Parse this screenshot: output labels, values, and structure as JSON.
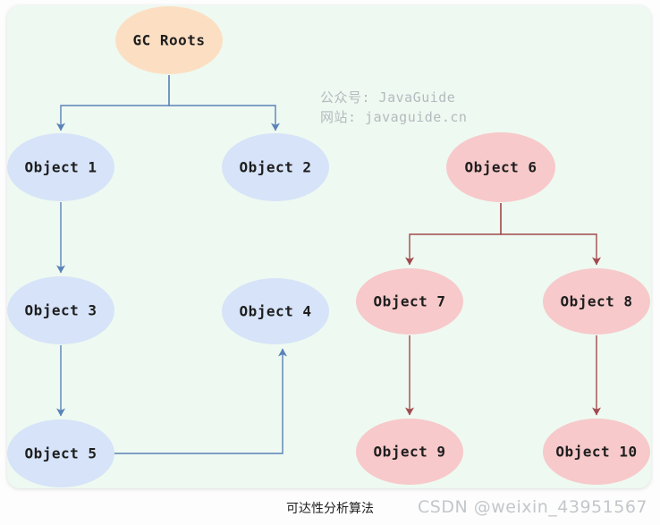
{
  "diagram": {
    "nodes": {
      "gc_roots": "GC Roots",
      "object_1": "Object 1",
      "object_2": "Object 2",
      "object_3": "Object 3",
      "object_4": "Object 4",
      "object_5": "Object 5",
      "object_6": "Object 6",
      "object_7": "Object 7",
      "object_8": "Object 8",
      "object_9": "Object 9",
      "object_10": "Object 10"
    }
  },
  "watermark": {
    "line1": "公众号: JavaGuide",
    "line2": "网站: javaguide.cn"
  },
  "footer": {
    "caption": "可达性分析算法",
    "credit": "CSDN @weixin_43951567"
  },
  "colors": {
    "page_background": "#fdfdfd",
    "panel_background": "#eef9f1",
    "root_node_fill": "#fcdfc3",
    "reachable_node_fill": "#d6e3f8",
    "unreachable_node_fill": "#f7c9ca",
    "reachable_edge": "#5b82b8",
    "unreachable_edge": "#a14a4c",
    "node_text": "#1e1e1e",
    "watermark_text": "#b5babe",
    "caption_text": "#1c1c1c",
    "credit_text": "#c3c7cb"
  }
}
